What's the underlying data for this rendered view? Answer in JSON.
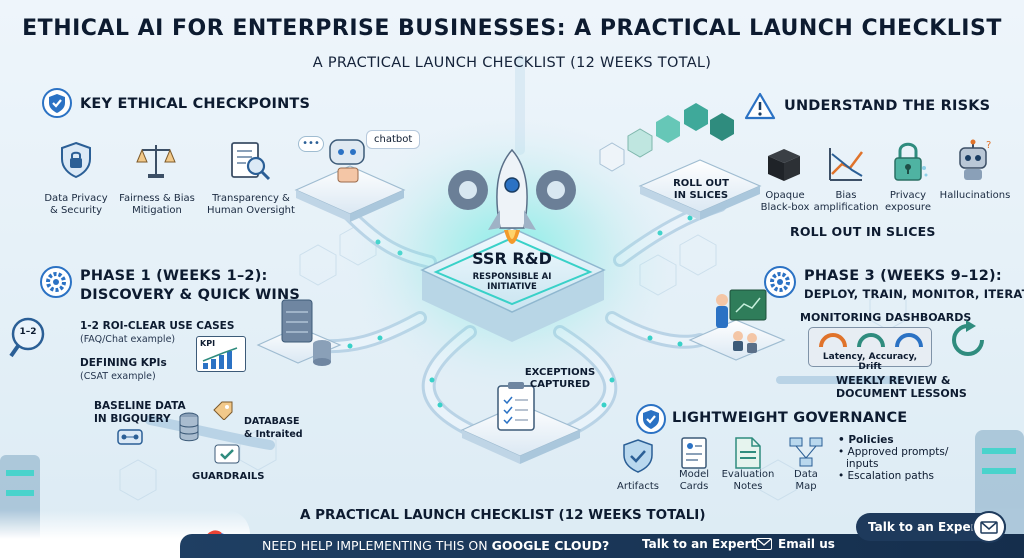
{
  "title": "ETHICAL AI FOR ENTERPRISE BUSINESSES: A PRACTICAL LAUNCH CHECKLIST",
  "subtitle": "A PRACTICAL LAUNCH CHECKLIST (12 WEEKS TOTAL)",
  "checkpoints": {
    "heading": "KEY ETHICAL CHECKPOINTS",
    "items": [
      {
        "label1": "Data Privacy",
        "label2": "& Security",
        "icon": "shield-lock-icon"
      },
      {
        "label1": "Fairness & Bias",
        "label2": "Mitigation",
        "icon": "scales-icon"
      },
      {
        "label1": "Transparency &",
        "label2": "Human Oversight",
        "icon": "document-magnifier-icon"
      }
    ]
  },
  "risks": {
    "heading": "UNDERSTAND THE RISKS",
    "items": [
      {
        "label1": "Opaque",
        "label2": "Black-box",
        "icon": "black-box-icon"
      },
      {
        "label1": "Bias",
        "label2": "amplification",
        "icon": "bias-chart-icon"
      },
      {
        "label1": "Privacy",
        "label2": "exposure",
        "icon": "padlock-icon"
      },
      {
        "label1": "Hallucinations",
        "label2": "",
        "icon": "robot-icon"
      }
    ]
  },
  "center": {
    "chatbot": "chatbot",
    "hub_title": "SSR R&D",
    "hub_line1": "RESPONSIBLE AI",
    "hub_line2": "INITIATIVE",
    "rollout_tile_1": "ROLL OUT",
    "rollout_tile_2": "IN SLICES",
    "rollout_label": "ROLL OUT IN SLICES",
    "exceptions_1": "EXCEPTIONS",
    "exceptions_2": "CAPTURED"
  },
  "phase1": {
    "heading1": "PHASE 1 (WEEKS 1–2):",
    "heading2": "DISCOVERY & QUICK WINS",
    "badge": "1–2",
    "use_cases": "1-2 ROI-CLEAR USE CASES",
    "use_cases_note": "(FAQ/Chat example)",
    "kpis": "DEFINING KPIs",
    "kpis_note": "(CSAT example)",
    "kpi_badge": "KPI",
    "baseline1": "BASELINE DATA",
    "baseline2": "IN BIGQUERY",
    "database1": "DATABASE",
    "database2": "& Intraited",
    "guardrails": "GUARDRAILS"
  },
  "phase3": {
    "heading1": "PHASE 3 (WEEKS 9–12):",
    "heading2": "DEPLOY, TRAIN, MONITOR, ITERATE",
    "monitoring": "MONITORING DASHBOARDS",
    "metrics": "Latency, Accuracy, Drift",
    "review1": "WEEKLY REVIEW &",
    "review2": "DOCUMENT LESSONS"
  },
  "governance": {
    "heading": "LIGHTWEIGHT GOVERNANCE",
    "items": [
      {
        "label1": "Artifacts",
        "label2": "",
        "icon": "artifacts-shield-icon"
      },
      {
        "label1": "Model",
        "label2": "Cards",
        "icon": "model-card-icon"
      },
      {
        "label1": "Evaluation",
        "label2": "Notes",
        "icon": "evaluation-notes-icon"
      },
      {
        "label1": "Data",
        "label2": "Map",
        "icon": "data-map-icon"
      }
    ],
    "bullets": [
      "• Policies",
      "• Approved prompts/",
      "  inputs",
      "• Escalation paths"
    ]
  },
  "footer": {
    "caption": "A PRACTICAL LAUNCH CHECKLIST (12 WEEKS TOTALI)",
    "need_help": "NEED HELP IMPLEMENTING THIS ON ",
    "google_cloud": "GOOGLE CLOUD?",
    "talk": "Talk to an Expert",
    "email": "Email us",
    "expert_button": "Talk to an Expert"
  },
  "colors": {
    "accent_blue": "#2b72c4",
    "dark_navy": "#152e4c",
    "teal_glow": "#39d1c8",
    "orange_flame": "#f39a2b"
  }
}
